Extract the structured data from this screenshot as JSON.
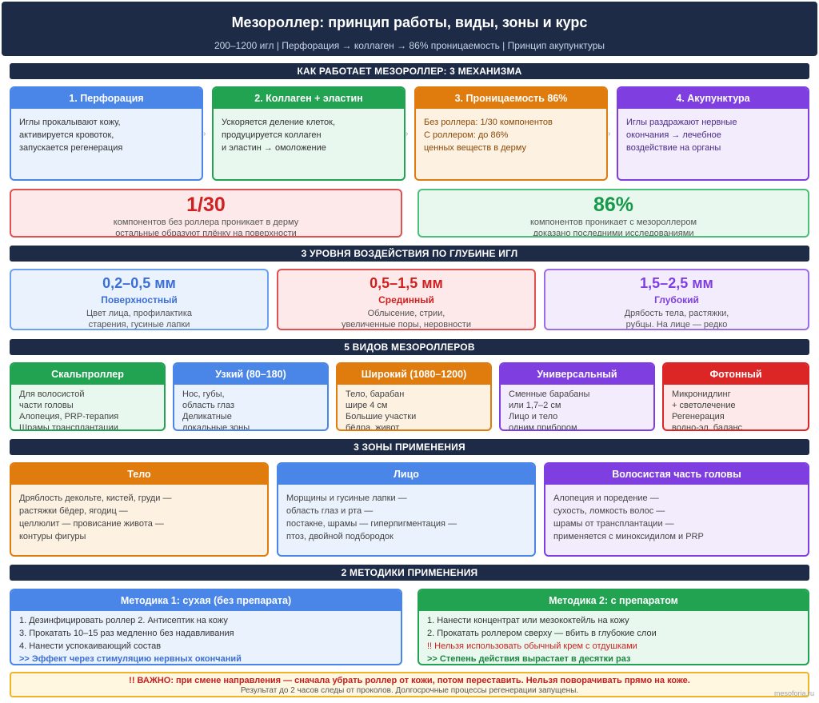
{
  "header": {
    "title": "Мезороллер: принцип работы, виды, зоны и курс",
    "subtitle": "200–1200 игл | Перфорация → коллаген → 86% проницаемость | Принцип акупунктуры"
  },
  "sections": {
    "mechanisms": "КАК РАБОТАЕТ МЕЗОРОЛЛЕР: 3 МЕХАНИЗМА",
    "depths": "3 УРОВНЯ ВОЗДЕЙСТВИЯ ПО ГЛУБИНЕ ИГЛ",
    "types": "5 ВИДОВ МЕЗОРОЛЛЕРОВ",
    "zones": "3 ЗОНЫ ПРИМЕНЕНИЯ",
    "methods": "2 МЕТОДИКИ ПРИМЕНЕНИЯ"
  },
  "mechanisms": [
    {
      "title": "1. Перфорация",
      "lines": [
        "Иглы прокалывают кожу,",
        "активируется кровоток,",
        "запускается регенерация"
      ]
    },
    {
      "title": "2. Коллаген + эластин",
      "lines": [
        "Ускоряется деление клеток,",
        "продуцируется коллаген",
        "и эластин → омоложение"
      ]
    },
    {
      "title": "3. Проницаемость 86%",
      "lines": [
        "Без роллера: 1/30 компонентов",
        "С роллером: до 86%",
        "ценных веществ в дерму"
      ]
    },
    {
      "title": "4. Акупунктура",
      "lines": [
        "Иглы раздражают нервные",
        "окончания → лечебное",
        "воздействие на органы"
      ]
    }
  ],
  "stats": [
    {
      "value": "1/30",
      "line1": "компонентов без роллера проникает в дерму",
      "line2": "остальные образуют плёнку на поверхности"
    },
    {
      "value": "86%",
      "line1": "компонентов проникает с мезороллером",
      "line2": "доказано последними исследованиями"
    }
  ],
  "depths": [
    {
      "mm": "0,2–0,5 мм",
      "level": "Поверхностный",
      "line1": "Цвет лица, профилактика",
      "line2": "старения, гусиные лапки"
    },
    {
      "mm": "0,5–1,5 мм",
      "level": "Срединный",
      "line1": "Облысение, стрии,",
      "line2": "увеличенные поры, неровности"
    },
    {
      "mm": "1,5–2,5 мм",
      "level": "Глубокий",
      "line1": "Дрябость тела, растяжки,",
      "line2": "рубцы. На лице — редко"
    }
  ],
  "types": [
    {
      "title": "Скальпроллер",
      "lines": [
        "Для волосистой",
        "части головы",
        "Алопеция, PRP-терапия",
        "Шрамы трансплантации"
      ]
    },
    {
      "title": "Узкий (80–180)",
      "lines": [
        "Нос, губы,",
        "область глаз",
        "Деликатные",
        "локальные зоны"
      ]
    },
    {
      "title": "Широкий (1080–1200)",
      "lines": [
        "Тело, барабан",
        "шире 4 см",
        "Большие участки",
        "бёдра, живот"
      ]
    },
    {
      "title": "Универсальный",
      "lines": [
        "Сменные барабаны",
        "или 1,7–2 см",
        "Лицо и тело",
        "одним прибором"
      ]
    },
    {
      "title": "Фотонный",
      "lines": [
        "Микронидлинг",
        "+ светолечение",
        "Регенерация",
        "водно-эл. баланс"
      ]
    }
  ],
  "zones": [
    {
      "title": "Тело",
      "lines": [
        "Дряблость декольте, кистей, груди —",
        "растяжки бёдер, ягодиц —",
        "целлюлит — провисание живота —",
        "контуры фигуры"
      ]
    },
    {
      "title": "Лицо",
      "lines": [
        "Морщины и гусиные лапки —",
        "область глаз и рта —",
        "постакне, шрамы — гиперпигментация —",
        "птоз, двойной подбородок"
      ]
    },
    {
      "title": "Волосистая часть головы",
      "lines": [
        "Алопеция и поредение —",
        "сухость, ломкость волос —",
        "шрамы от трансплантации —",
        "применяется с миноксидилом и PRP"
      ]
    }
  ],
  "methods": [
    {
      "title": "Методика 1: сухая (без препарата)",
      "lines": [
        "1. Дезинфицировать роллер 2. Антисептик на кожу",
        "3. Прокатать 10–15 раз медленно без надавливания",
        "4. Нанести успокаивающий состав"
      ],
      "note": ">> Эффект через стимуляцию нервных окончаний"
    },
    {
      "title": "Методика 2: с препаратом",
      "lines": [
        "1. Нанести концентрат или мезококтейль на кожу",
        "2. Прокатать роллером сверху — вбить в глубокие слои"
      ],
      "warn": "!! Нельзя использовать обычный крем с отдушками",
      "note": ">> Степень действия вырастает в десятки раз"
    }
  ],
  "warning": {
    "main": "!! ВАЖНО: при смене направления — сначала убрать роллер от кожи, потом переставить. Нельзя поворачивать прямо на коже.",
    "sub": "Результат до 2 часов следы от проколов. Долгосрочные процессы регенерации запущены."
  },
  "watermark": "mesoforia.ru",
  "arrow_glyph": "›"
}
